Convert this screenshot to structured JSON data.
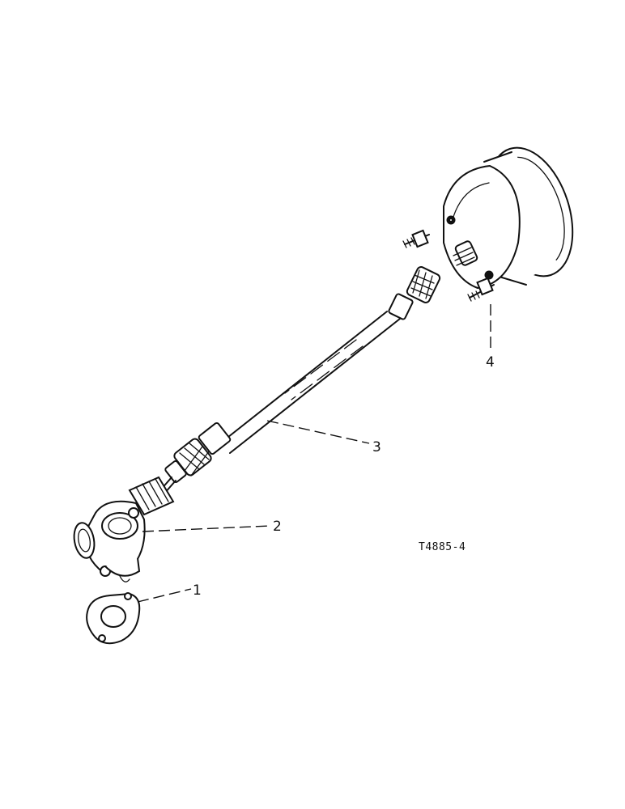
{
  "diagram": {
    "figure_code": "T4885-4",
    "callouts": [
      {
        "id": "1",
        "label": "1"
      },
      {
        "id": "2",
        "label": "2"
      },
      {
        "id": "3",
        "label": "3"
      },
      {
        "id": "4",
        "label": "4"
      }
    ],
    "parts": [
      {
        "callout": "1",
        "icon": "gasket-icon"
      },
      {
        "callout": "2",
        "icon": "drive-adapter-icon"
      },
      {
        "callout": "3",
        "icon": "speedometer-cable-icon"
      },
      {
        "callout": "4",
        "icon": "speedometer-gauge-icon"
      }
    ]
  }
}
